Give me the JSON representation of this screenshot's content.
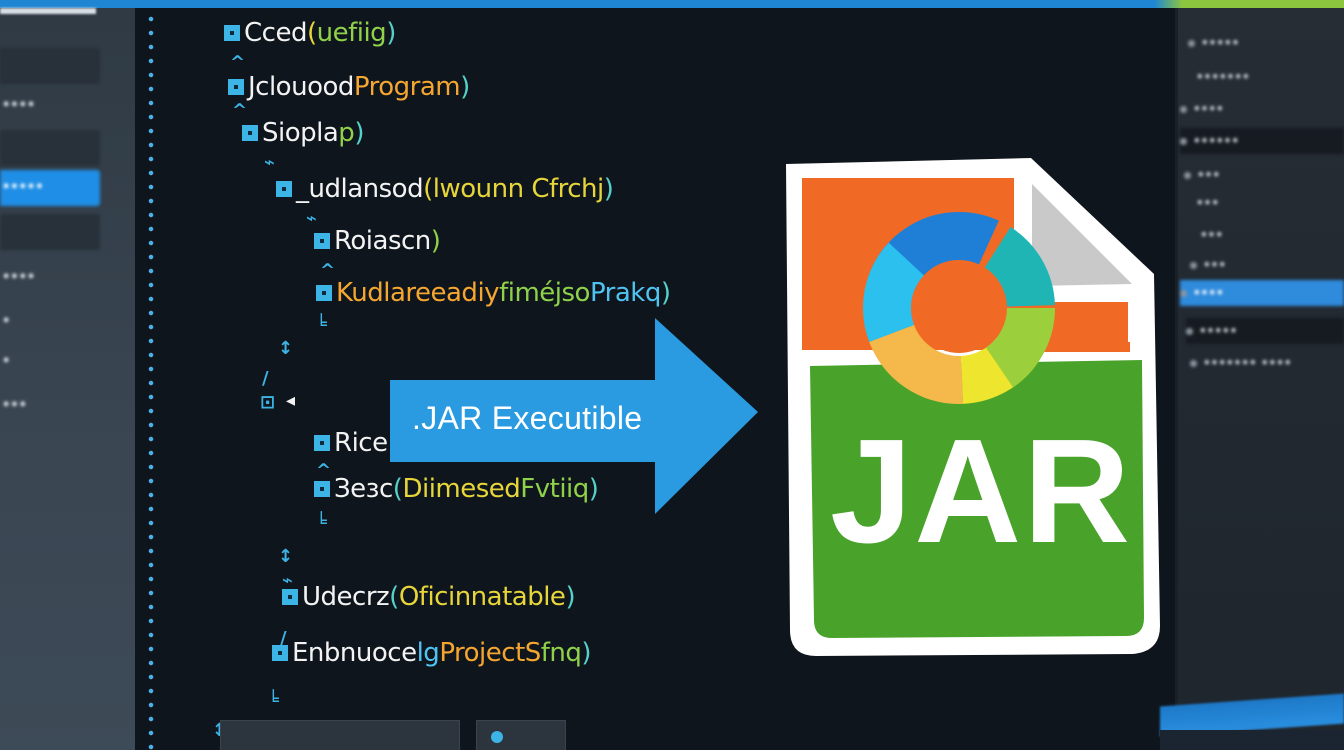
{
  "window": {
    "accent_color": "#1f86d4",
    "secondary_accent": "#8cc63f"
  },
  "left_sidebar": {
    "items": [
      {
        "label": "",
        "state": "dark"
      },
      {
        "label": "••••",
        "state": "normal"
      },
      {
        "label": "",
        "state": "dark"
      },
      {
        "label": "•••••",
        "state": "active"
      },
      {
        "label": "",
        "state": "dark"
      },
      {
        "label": "••••",
        "state": "normal"
      },
      {
        "label": "•",
        "state": "normal"
      },
      {
        "label": "•",
        "state": "normal"
      },
      {
        "label": "•••",
        "state": "normal"
      }
    ]
  },
  "editor": {
    "code_lines": [
      {
        "indent": 0,
        "parts": [
          {
            "text": "Cced",
            "cls": "w"
          },
          {
            "text": "(",
            "cls": "y"
          },
          {
            "text": "uefiig",
            "cls": "g"
          },
          {
            "text": ")",
            "cls": "t"
          }
        ]
      },
      {
        "indent": 1,
        "parts": [
          {
            "text": "Jclouood ",
            "cls": "w"
          },
          {
            "text": "Program",
            "cls": "o"
          },
          {
            "text": ")",
            "cls": "t"
          }
        ]
      },
      {
        "indent": 2,
        "parts": [
          {
            "text": "Siopla ",
            "cls": "w"
          },
          {
            "text": "p",
            "cls": "g"
          },
          {
            "text": ")",
            "cls": "t"
          }
        ]
      },
      {
        "indent": 3,
        "parts": [
          {
            "text": "_udlansod",
            "cls": "w"
          },
          {
            "text": "(",
            "cls": "y"
          },
          {
            "text": "lwounn Cfrchj",
            "cls": "y"
          },
          {
            "text": ")",
            "cls": "t"
          }
        ]
      },
      {
        "indent": 4,
        "parts": [
          {
            "text": "Roiascn",
            "cls": "w"
          },
          {
            "text": ")",
            "cls": "g"
          }
        ]
      },
      {
        "indent": 4,
        "parts": [
          {
            "text": "Kudlareeadiy ",
            "cls": "o"
          },
          {
            "text": "fiméjso",
            "cls": "g"
          },
          {
            "text": "Prakq",
            "cls": "c"
          },
          {
            "text": ")",
            "cls": "t"
          }
        ]
      },
      {
        "indent": 4,
        "parts": [
          {
            "text": "Rice",
            "cls": "w"
          }
        ]
      },
      {
        "indent": 4,
        "parts": [
          {
            "text": "Зeзc",
            "cls": "w"
          },
          {
            "text": "(",
            "cls": "t"
          },
          {
            "text": "Diimesed ",
            "cls": "y"
          },
          {
            "text": "Fvtiiq",
            "cls": "g"
          },
          {
            "text": ")",
            "cls": "t"
          }
        ]
      },
      {
        "indent": 2,
        "parts": [
          {
            "text": "Udecrz",
            "cls": "w"
          },
          {
            "text": "(",
            "cls": "t"
          },
          {
            "text": "Oficinnatable",
            "cls": "y"
          },
          {
            "text": ")",
            "cls": "t"
          }
        ]
      },
      {
        "indent": 1,
        "parts": [
          {
            "text": "Enbnuoce",
            "cls": "w"
          },
          {
            "text": "lg",
            "cls": "c"
          },
          {
            "text": "ProjectS",
            "cls": "o"
          },
          {
            "text": "fnq",
            "cls": "g"
          },
          {
            "text": ")",
            "cls": "t"
          }
        ]
      }
    ]
  },
  "overlay": {
    "arrow_label": ".JAR Executible",
    "arrow_color": "#2a9be0",
    "icon": {
      "name": "jar-file-icon",
      "label": "JAR",
      "top_color": "#f06a26",
      "bottom_color": "#49a32b",
      "fold_color": "#c9c9c9"
    }
  },
  "right_panel": {
    "items": [
      {
        "label": "•••••",
        "dot": true
      },
      {
        "label": "•••••••",
        "dot": false
      },
      {
        "label": "••••",
        "dot": true
      },
      {
        "label": "••••••",
        "dot": true,
        "state": "dark"
      },
      {
        "label": "•••",
        "dot": true
      },
      {
        "label": "•••",
        "dot": false
      },
      {
        "label": "•••",
        "dot": false
      },
      {
        "label": "•••",
        "dot": true
      },
      {
        "label": "••••",
        "dot": true,
        "state": "active"
      },
      {
        "label": "•••••",
        "dot": true,
        "state": "dark"
      },
      {
        "label": "••••••• ••••",
        "dot": true
      }
    ]
  }
}
